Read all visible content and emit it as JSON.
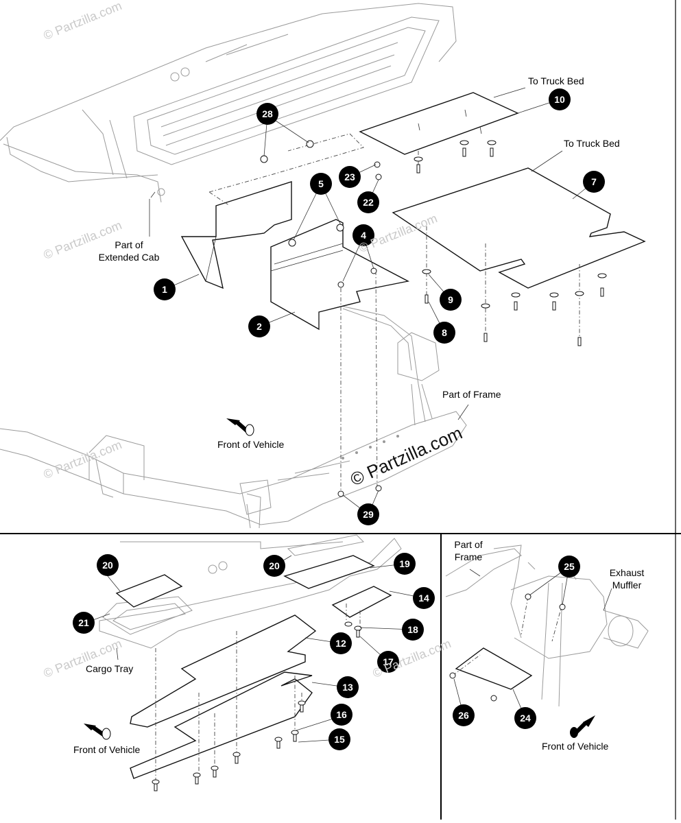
{
  "watermark": {
    "small": "© Partzilla.com",
    "large": "© Partzilla.com"
  },
  "labels": {
    "to_truck_bed_1": "To Truck Bed",
    "to_truck_bed_2": "To Truck Bed",
    "part_of_extended_cab": "Part of\nExtended Cab",
    "part_of_frame_top": "Part of Frame",
    "front_of_vehicle_top": "Front of Vehicle",
    "cargo_tray": "Cargo Tray",
    "front_of_vehicle_bottom": "Front of Vehicle",
    "part_of_frame_inset": "Part of\nFrame",
    "exhaust_muffler": "Exhaust\nMuffler",
    "front_of_vehicle_inset": "Front of Vehicle"
  },
  "callouts": [
    "1",
    "2",
    "4",
    "5",
    "7",
    "8",
    "9",
    "10",
    "22",
    "23",
    "28",
    "29",
    "12",
    "13",
    "14",
    "15",
    "16",
    "17",
    "18",
    "19",
    "20",
    "20",
    "21",
    "24",
    "25",
    "26"
  ]
}
